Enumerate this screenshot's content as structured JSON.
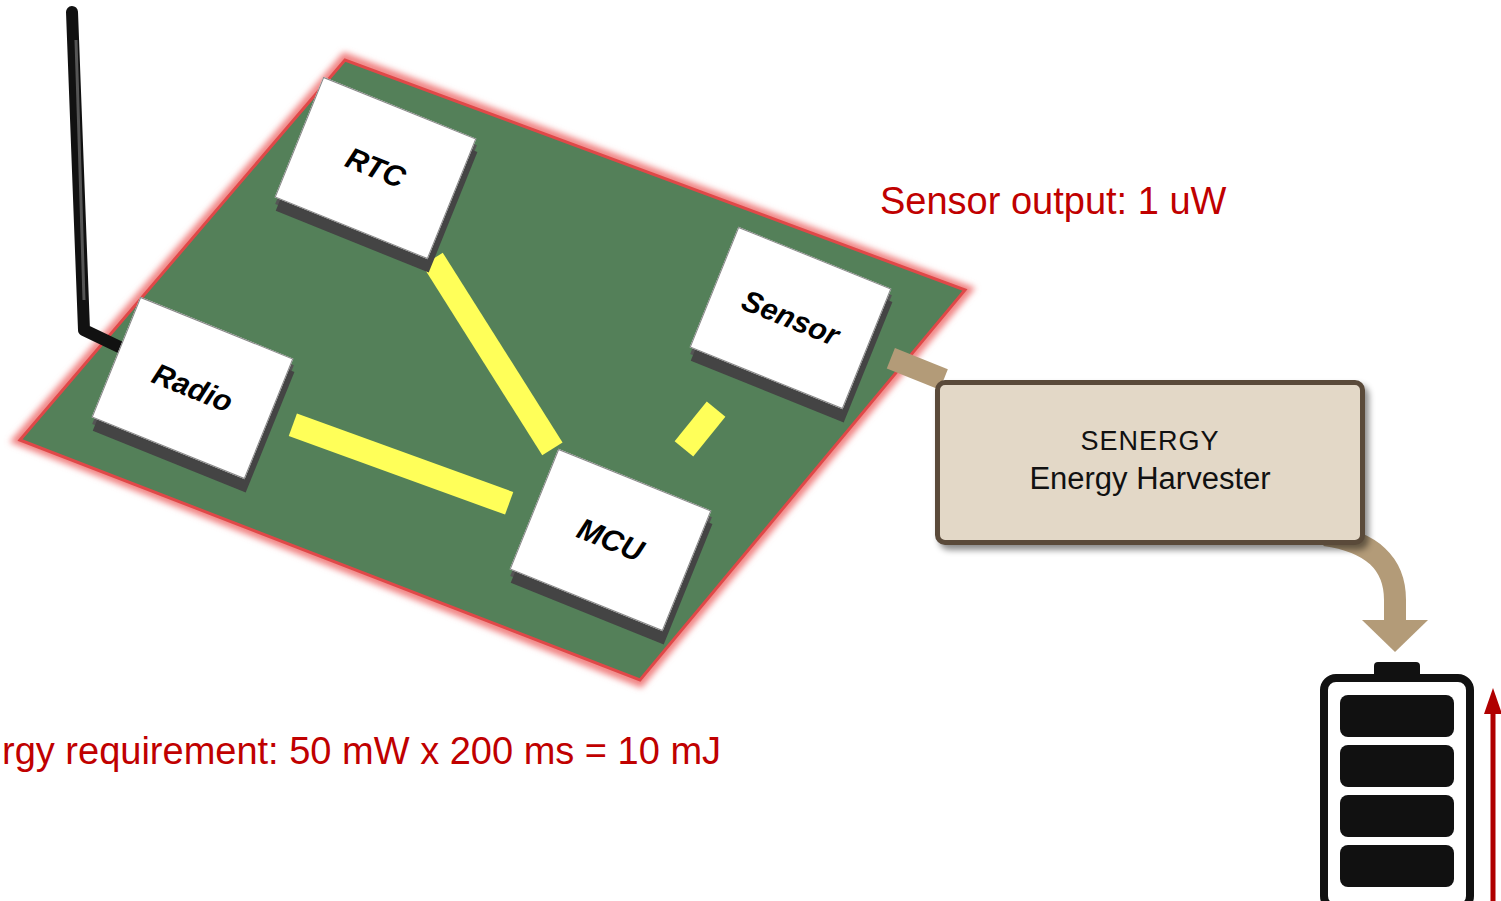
{
  "diagram": {
    "nodes": [
      {
        "text": [
          "RTC"
        ]
      },
      {
        "text": [
          "Radio"
        ]
      },
      {
        "text": [
          "Sensor"
        ]
      },
      {
        "text": [
          "MCU"
        ]
      },
      {
        "text": [
          "SENERGY",
          "Energy Harvester"
        ]
      }
    ],
    "edges": [
      {
        "from": 0,
        "to": 3,
        "arrow": "none"
      },
      {
        "from": 1,
        "to": 3,
        "arrow": "none"
      },
      {
        "from": 2,
        "to": 3,
        "arrow": "none"
      },
      {
        "from": 2,
        "to": 4,
        "arrow": "none"
      }
    ],
    "labels": [
      "Sensor output: 1 uW",
      "rgy requirement: 50 mW x 200 ms = 10 mJ"
    ]
  }
}
